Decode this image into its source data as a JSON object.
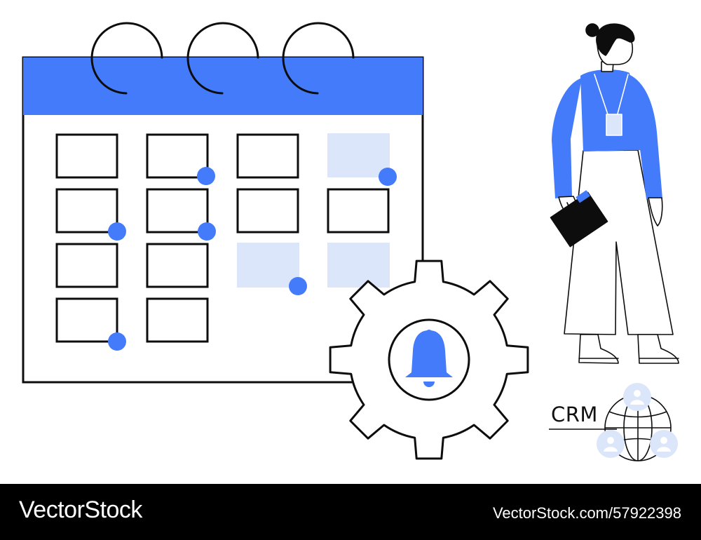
{
  "colors": {
    "accent": "#437bfb",
    "light_fill": "#dce6fb",
    "outline": "#0d0d0d",
    "background": "#ffffff",
    "footer_background": "#000000",
    "footer_text": "#ffffff"
  },
  "icons": [
    "calendar-icon",
    "gear-icon",
    "bell-icon",
    "globe-icon",
    "user-icon"
  ],
  "crm": {
    "label": "CRM"
  },
  "footer": {
    "logo": "VectorStock",
    "url": "VectorStock.com/57922398"
  }
}
